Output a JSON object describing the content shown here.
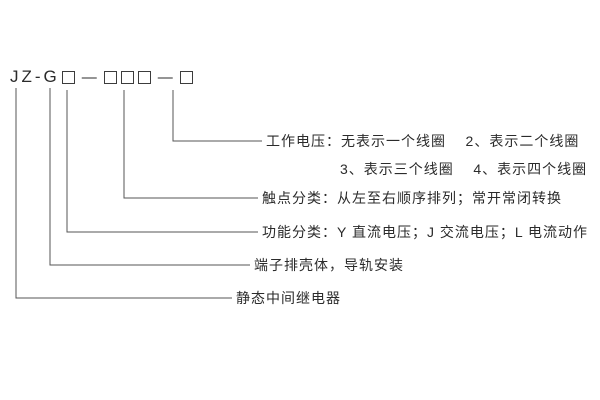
{
  "model_code": {
    "prefix": "JZ-G",
    "dash": "—"
  },
  "legend": {
    "working_voltage_line1": "工作电压：无表示一个线圈    2、表示二个线圈",
    "working_voltage_line2": "3、表示三个线圈    4、表示四个线圈",
    "contact_class": "触点分类：从左至右顺序排列；常开常闭转换",
    "function_class": "功能分类：Y 直流电压；J 交流电压；L 电流动作",
    "housing": "端子排壳体，导轨安装",
    "relay_type": "静态中间继电器"
  }
}
